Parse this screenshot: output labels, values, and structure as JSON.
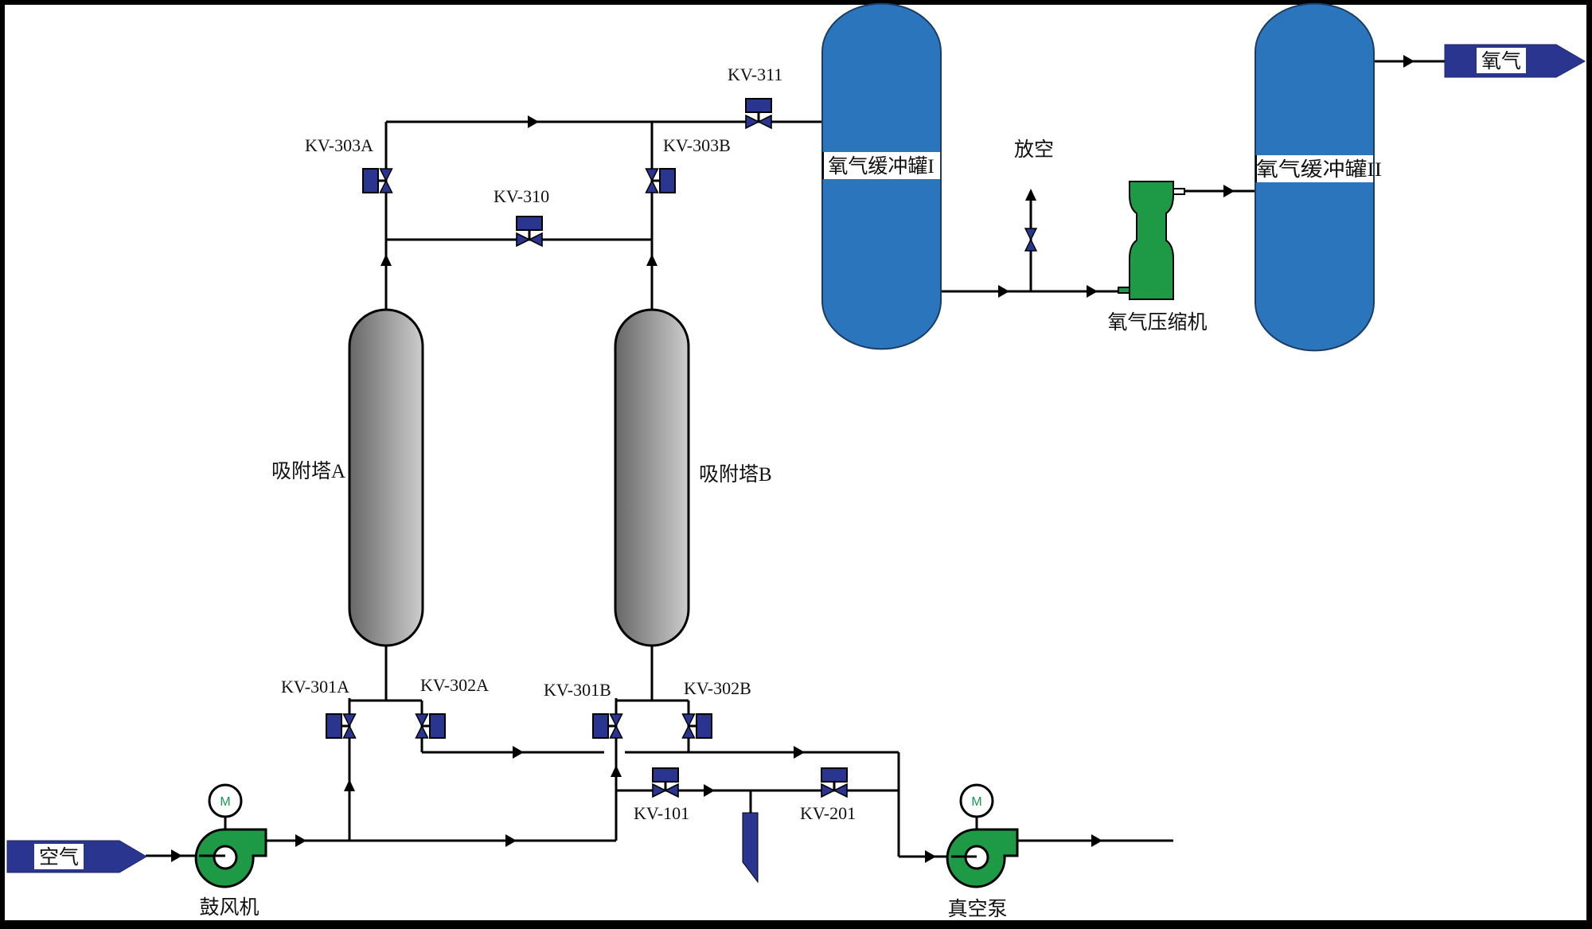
{
  "diagram": {
    "title": "PSA oxygen process flow diagram",
    "colors": {
      "pipe": "#000000",
      "valve": "#2a3590",
      "tank": "#2b75bd",
      "equipment_green": "#1e9a46",
      "tower_gray_dark": "#6a6a6a",
      "tower_gray_light": "#c8c8c8",
      "frame": "#000000",
      "background": "#ffffff"
    },
    "streams": {
      "air_inlet": "空气",
      "oxygen_outlet": "氧气"
    },
    "equipment": {
      "blower": "鼓风机",
      "vacuum_pump": "真空泵",
      "tower_a": "吸附塔A",
      "tower_b": "吸附塔B",
      "buffer_tank_1": "氧气缓冲罐I",
      "buffer_tank_2": "氧气缓冲罐II",
      "compressor": "氧气压缩机",
      "vent": "放空",
      "motor_symbol": "M"
    },
    "valves": {
      "kv_301a": "KV-301A",
      "kv_302a": "KV-302A",
      "kv_301b": "KV-301B",
      "kv_302b": "KV-302B",
      "kv_303a": "KV-303A",
      "kv_303b": "KV-303B",
      "kv_310": "KV-310",
      "kv_311": "KV-311",
      "kv_101": "KV-101",
      "kv_201": "KV-201"
    }
  }
}
